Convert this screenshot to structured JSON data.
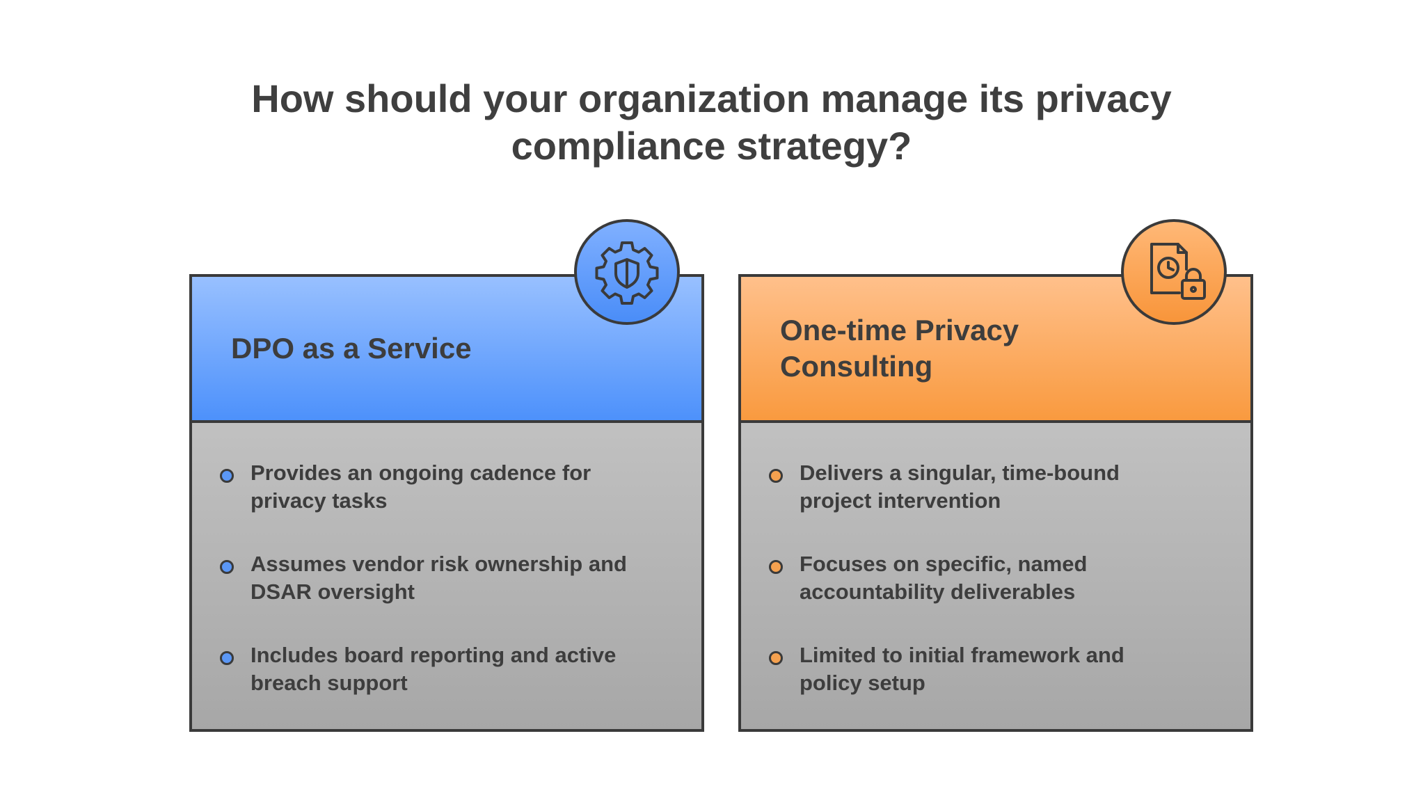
{
  "title": "How should your organization manage its privacy compliance strategy?",
  "cards": [
    {
      "heading": "DPO as a Service",
      "icon": "gear-shield-icon",
      "accent": "#4d91fb",
      "bullets": [
        "Provides an ongoing cadence for privacy tasks",
        "Assumes vendor risk ownership and DSAR oversight",
        "Includes board reporting and active breach support"
      ]
    },
    {
      "heading": "One-time Privacy Consulting",
      "icon": "document-clock-lock-icon",
      "accent": "#f99a3f",
      "bullets": [
        "Delivers a singular, time-bound project intervention",
        "Focuses on specific, named accountability deliverables",
        "Limited to initial framework and policy setup"
      ]
    }
  ]
}
